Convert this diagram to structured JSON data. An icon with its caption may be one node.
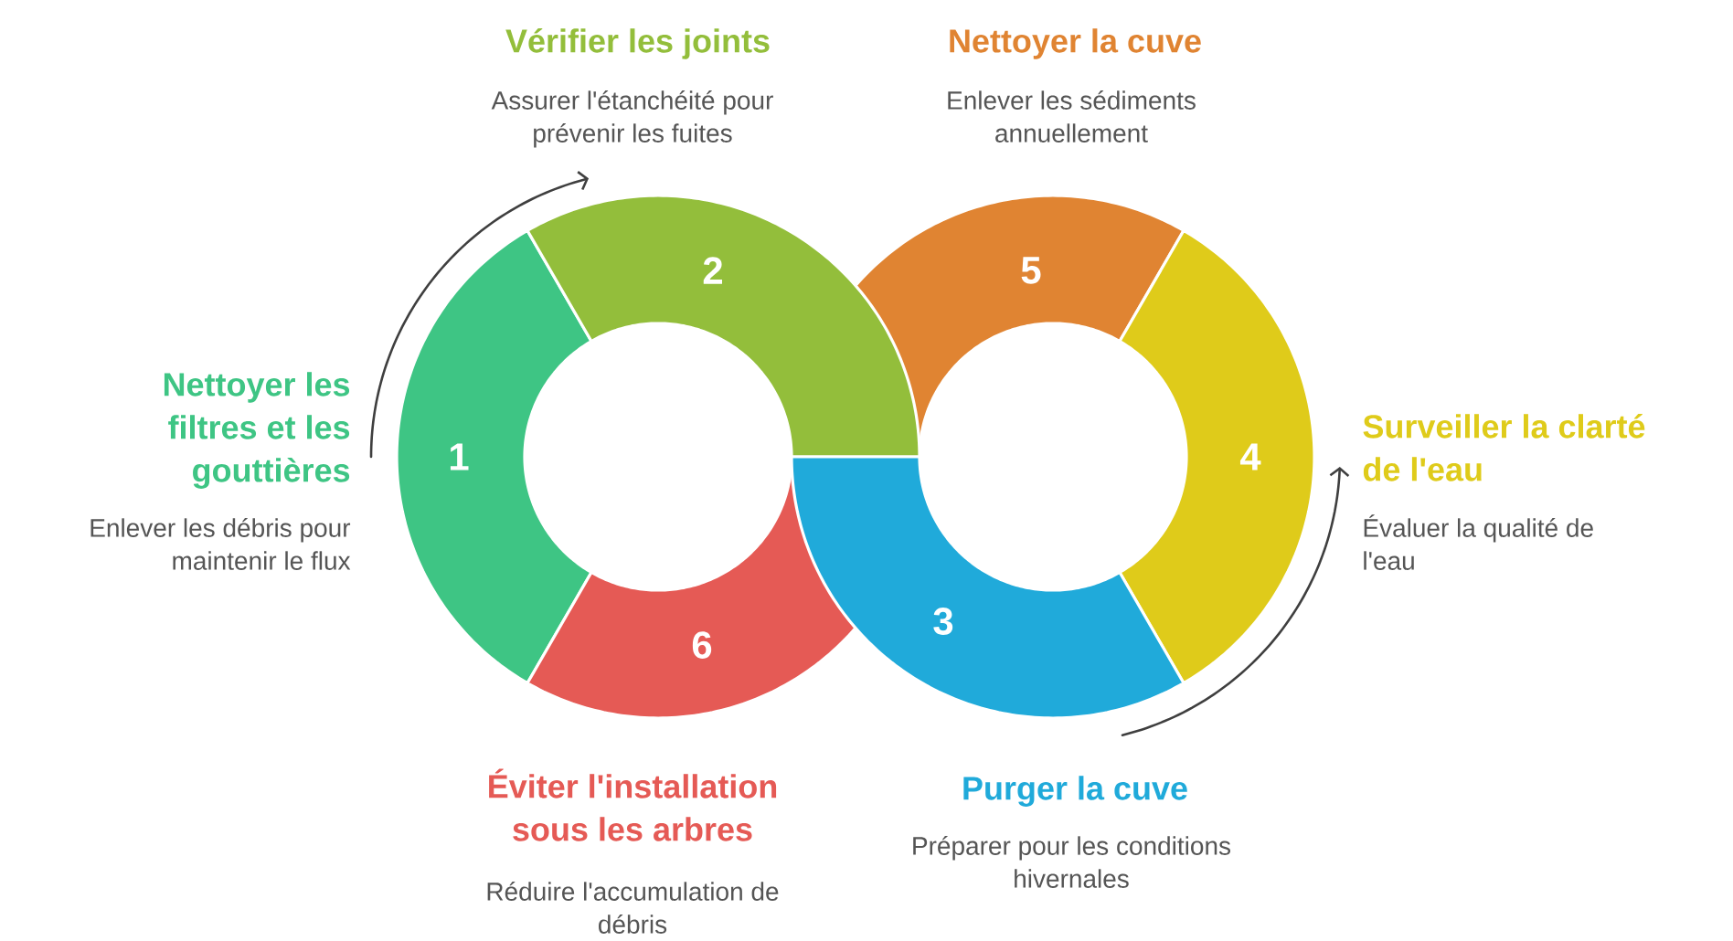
{
  "diagram": {
    "nodes": [
      {
        "text": [
          "1"
        ],
        "beside": [
          "Nettoyer les filtres et les gouttières",
          "Enlever les débris pour maintenir le flux"
        ]
      },
      {
        "text": [
          "2"
        ],
        "beside": [
          "Vérifier les joints",
          "Assurer l'étanchéité pour prévenir les fuites"
        ]
      },
      {
        "text": [
          "3"
        ],
        "beside": [
          "Purger la cuve",
          "Préparer pour les conditions hivernales"
        ]
      },
      {
        "text": [
          "4"
        ],
        "beside": [
          "Surveiller la clarté de l'eau",
          "Évaluer la qualité de l'eau"
        ]
      },
      {
        "text": [
          "5"
        ],
        "beside": [
          "Nettoyer la cuve",
          "Enlever les sédiments annuellement"
        ]
      },
      {
        "text": [
          "6"
        ],
        "beside": [
          "Éviter l'installation sous les arbres",
          "Réduire l'accumulation de débris"
        ]
      }
    ]
  }
}
